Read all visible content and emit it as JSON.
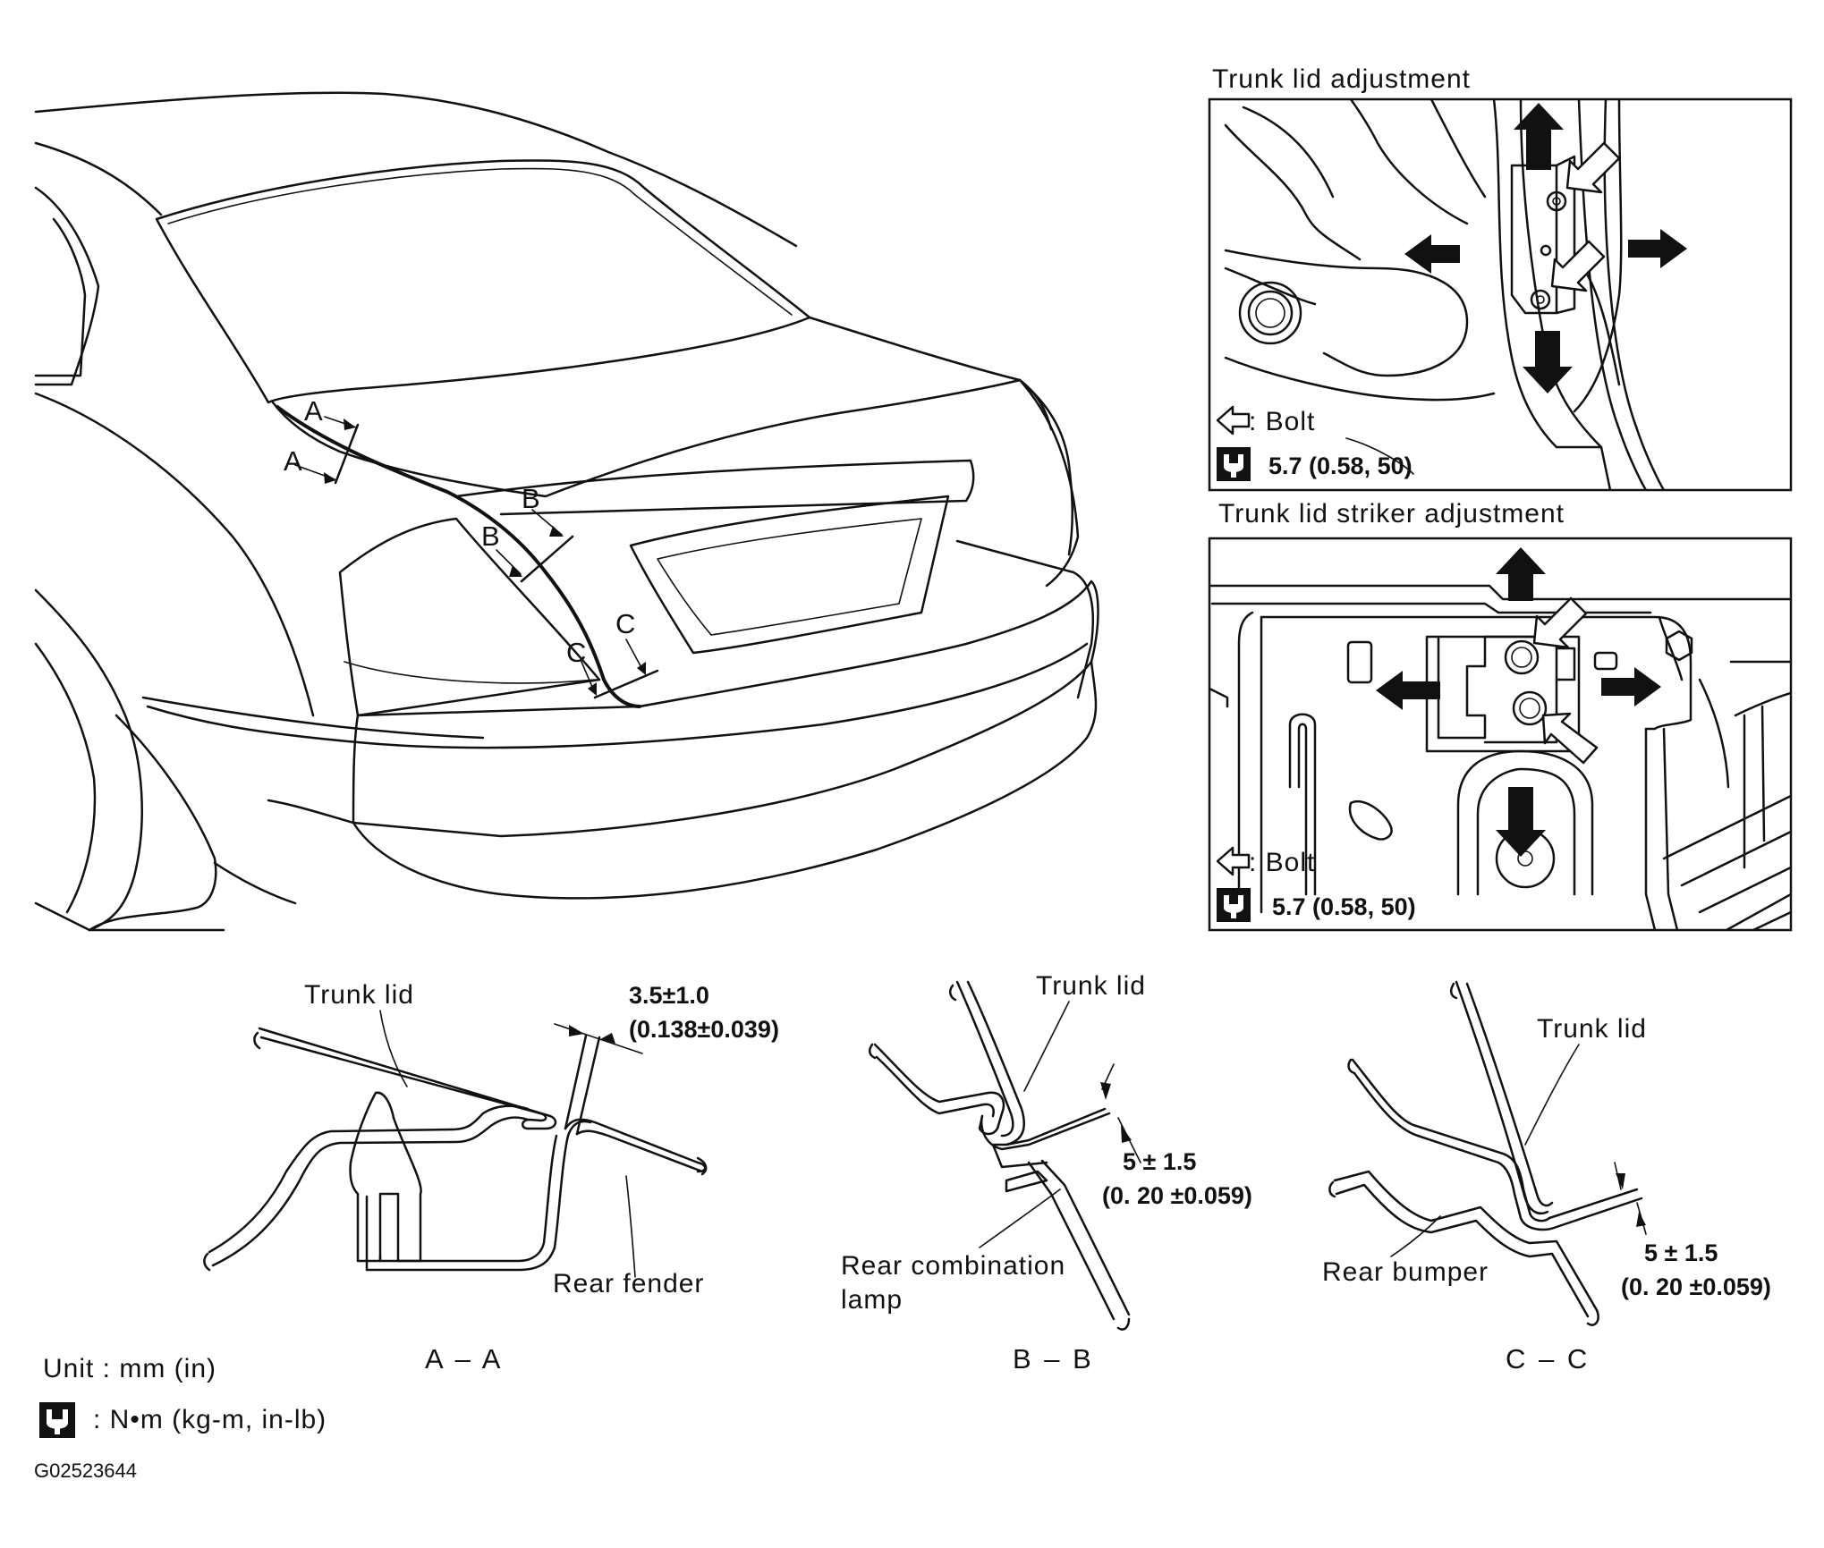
{
  "panels": {
    "trunk_lid_adjustment": {
      "title": "Trunk lid adjustment",
      "bolt_legend": ": Bolt",
      "torque": "5.7 (0.58, 50)"
    },
    "striker_adjustment": {
      "title": "Trunk lid striker adjustment",
      "bolt_legend": ": Bolt",
      "torque": "5.7 (0.58, 50)"
    }
  },
  "car_view": {
    "section_markers": [
      "A",
      "A",
      "B",
      "B",
      "C",
      "C"
    ]
  },
  "sections": {
    "aa": {
      "title": "A – A",
      "trunk_lid": "Trunk lid",
      "rear_fender": "Rear fender",
      "gap_mm": "3.5±1.0",
      "gap_in": "(0.138±0.039)"
    },
    "bb": {
      "title": "B – B",
      "trunk_lid": "Trunk lid",
      "lamp_line1": "Rear combination",
      "lamp_line2": "lamp",
      "gap_mm": "5 ± 1.5",
      "gap_in": "(0. 20  ±0.059)"
    },
    "cc": {
      "title": "C – C",
      "trunk_lid": "Trunk lid",
      "rear_bumper": "Rear bumper",
      "gap_mm": "5 ± 1.5",
      "gap_in": "(0. 20  ±0.059)"
    }
  },
  "footer": {
    "unit": "Unit : mm (in)",
    "torque_legend": ":  N•m  (kg-m,  in-lb)",
    "figure_id": "G02523644"
  },
  "icons": [
    "torque-wrench-icon",
    "bolt-arrow-icon",
    "adjust-arrow-icon"
  ]
}
